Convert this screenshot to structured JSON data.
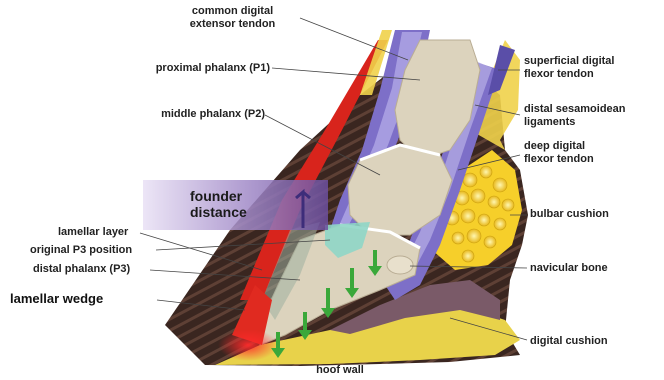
{
  "diagram": {
    "labels": {
      "common_digital_extensor_tendon": "common digital\nextensor tendon",
      "proximal_phalanx": "proximal phalanx (P1)",
      "middle_phalanx": "middle phalanx (P2)",
      "founder_distance": "founder\ndistance",
      "lamellar_layer": "lamellar layer",
      "original_p3_position": "original P3 position",
      "distal_phalanx": "distal phalanx (P3)",
      "lamellar_wedge": "lamellar wedge",
      "hoof_wall": "hoof wall",
      "superficial_digital_flexor_tendon": "superficial digital\nflexor tendon",
      "distal_sesamoidean_ligaments": "distal sesamoidean\nligaments",
      "deep_digital_flexor_tendon": "deep digital\nflexor tendon",
      "bulbar_cushion": "bulbar cushion",
      "navicular_bone": "navicular bone",
      "digital_cushion": "digital cushion"
    },
    "colors": {
      "hoof_wall": "#3a2620",
      "hoof_stripes": "#6a4a3e",
      "bone": "#dcd3bd",
      "bone_edge": "#b9ad94",
      "tendon": "#7d6fc8",
      "tendon_light": "#b8afe6",
      "lamellar_red": "#d8241c",
      "yellow_layer": "#f0d24a",
      "fat": "#f6cf2a",
      "cartilage": "#8fd6c6",
      "arrow_green": "#3aa83a",
      "founder_band": "#8b72b8"
    }
  }
}
